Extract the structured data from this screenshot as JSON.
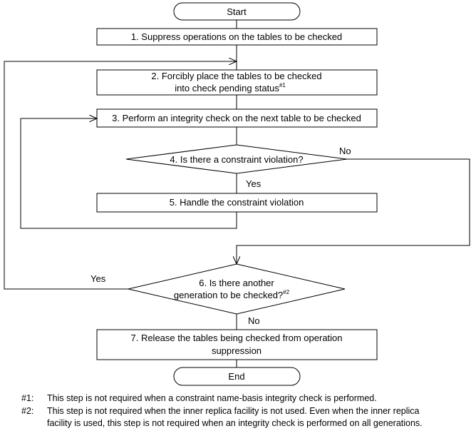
{
  "flowchart": {
    "start": "Start",
    "end": "End",
    "step1": "1. Suppress operations on the tables to be checked",
    "step2": {
      "line1": "2. Forcibly place the tables to be checked",
      "line2": "into check pending status",
      "note_ref": "#1"
    },
    "step3": "3. Perform an integrity check on the next table to be checked",
    "step4": "4. Is there a constraint violation?",
    "step5": "5. Handle the constraint violation",
    "step6": {
      "line1": "6. Is there another",
      "line2": "generation to be checked?",
      "note_ref": "#2"
    },
    "step7": {
      "line1": "7. Release the tables being checked from operation",
      "line2": "suppression"
    },
    "labels": {
      "step4_no": "No",
      "step4_yes": "Yes",
      "step6_yes": "Yes",
      "step6_no": "No"
    }
  },
  "notes": [
    {
      "tag": "#1:",
      "lines": [
        "This step is not required when a constraint name-basis integrity check is performed."
      ]
    },
    {
      "tag": "#2:",
      "lines": [
        "This step is not required when the inner replica facility is not used. Even when the inner replica",
        "facility is used, this step is not required when an integrity check is performed on all generations."
      ]
    }
  ]
}
